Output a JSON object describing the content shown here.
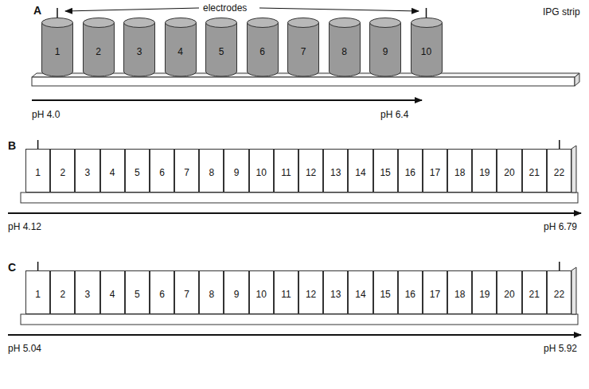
{
  "diagram": {
    "nodes": [
      {
        "text": [
          "1"
        ]
      },
      {
        "text": [
          "2"
        ]
      },
      {
        "text": [
          "3"
        ]
      },
      {
        "text": [
          "4"
        ]
      },
      {
        "text": [
          "5"
        ]
      },
      {
        "text": [
          "6"
        ]
      },
      {
        "text": [
          "7"
        ]
      },
      {
        "text": [
          "8"
        ]
      },
      {
        "text": [
          "9"
        ]
      },
      {
        "text": [
          "10"
        ]
      },
      {
        "text": [
          "1"
        ]
      },
      {
        "text": [
          "2"
        ]
      },
      {
        "text": [
          "3"
        ]
      },
      {
        "text": [
          "4"
        ]
      },
      {
        "text": [
          "5"
        ]
      },
      {
        "text": [
          "6"
        ]
      },
      {
        "text": [
          "7"
        ]
      },
      {
        "text": [
          "8"
        ]
      },
      {
        "text": [
          "9"
        ]
      },
      {
        "text": [
          "10"
        ]
      },
      {
        "text": [
          "11"
        ]
      },
      {
        "text": [
          "12"
        ]
      },
      {
        "text": [
          "13"
        ]
      },
      {
        "text": [
          "14"
        ]
      },
      {
        "text": [
          "15"
        ]
      },
      {
        "text": [
          "16"
        ]
      },
      {
        "text": [
          "17"
        ]
      },
      {
        "text": [
          "18"
        ]
      },
      {
        "text": [
          "19"
        ]
      },
      {
        "text": [
          "20"
        ]
      },
      {
        "text": [
          "21"
        ]
      },
      {
        "text": [
          "22"
        ]
      },
      {
        "text": [
          "1"
        ]
      },
      {
        "text": [
          "2"
        ]
      },
      {
        "text": [
          "3"
        ]
      },
      {
        "text": [
          "4"
        ]
      },
      {
        "text": [
          "5"
        ]
      },
      {
        "text": [
          "6"
        ]
      },
      {
        "text": [
          "7"
        ]
      },
      {
        "text": [
          "8"
        ]
      },
      {
        "text": [
          "9"
        ]
      },
      {
        "text": [
          "10"
        ]
      },
      {
        "text": [
          "11"
        ]
      },
      {
        "text": [
          "12"
        ]
      },
      {
        "text": [
          "13"
        ]
      },
      {
        "text": [
          "14"
        ]
      },
      {
        "text": [
          "15"
        ]
      },
      {
        "text": [
          "16"
        ]
      },
      {
        "text": [
          "17"
        ]
      },
      {
        "text": [
          "18"
        ]
      },
      {
        "text": [
          "19"
        ]
      },
      {
        "text": [
          "20"
        ]
      },
      {
        "text": [
          "21"
        ]
      },
      {
        "text": [
          "22"
        ]
      }
    ],
    "labels": [
      "A",
      "electrodes",
      "IPG strip",
      "pH 4.0",
      "pH 6.4",
      "B",
      "pH 4.12",
      "pH 6.79",
      "C",
      "pH 5.04",
      "pH 5.92"
    ]
  }
}
